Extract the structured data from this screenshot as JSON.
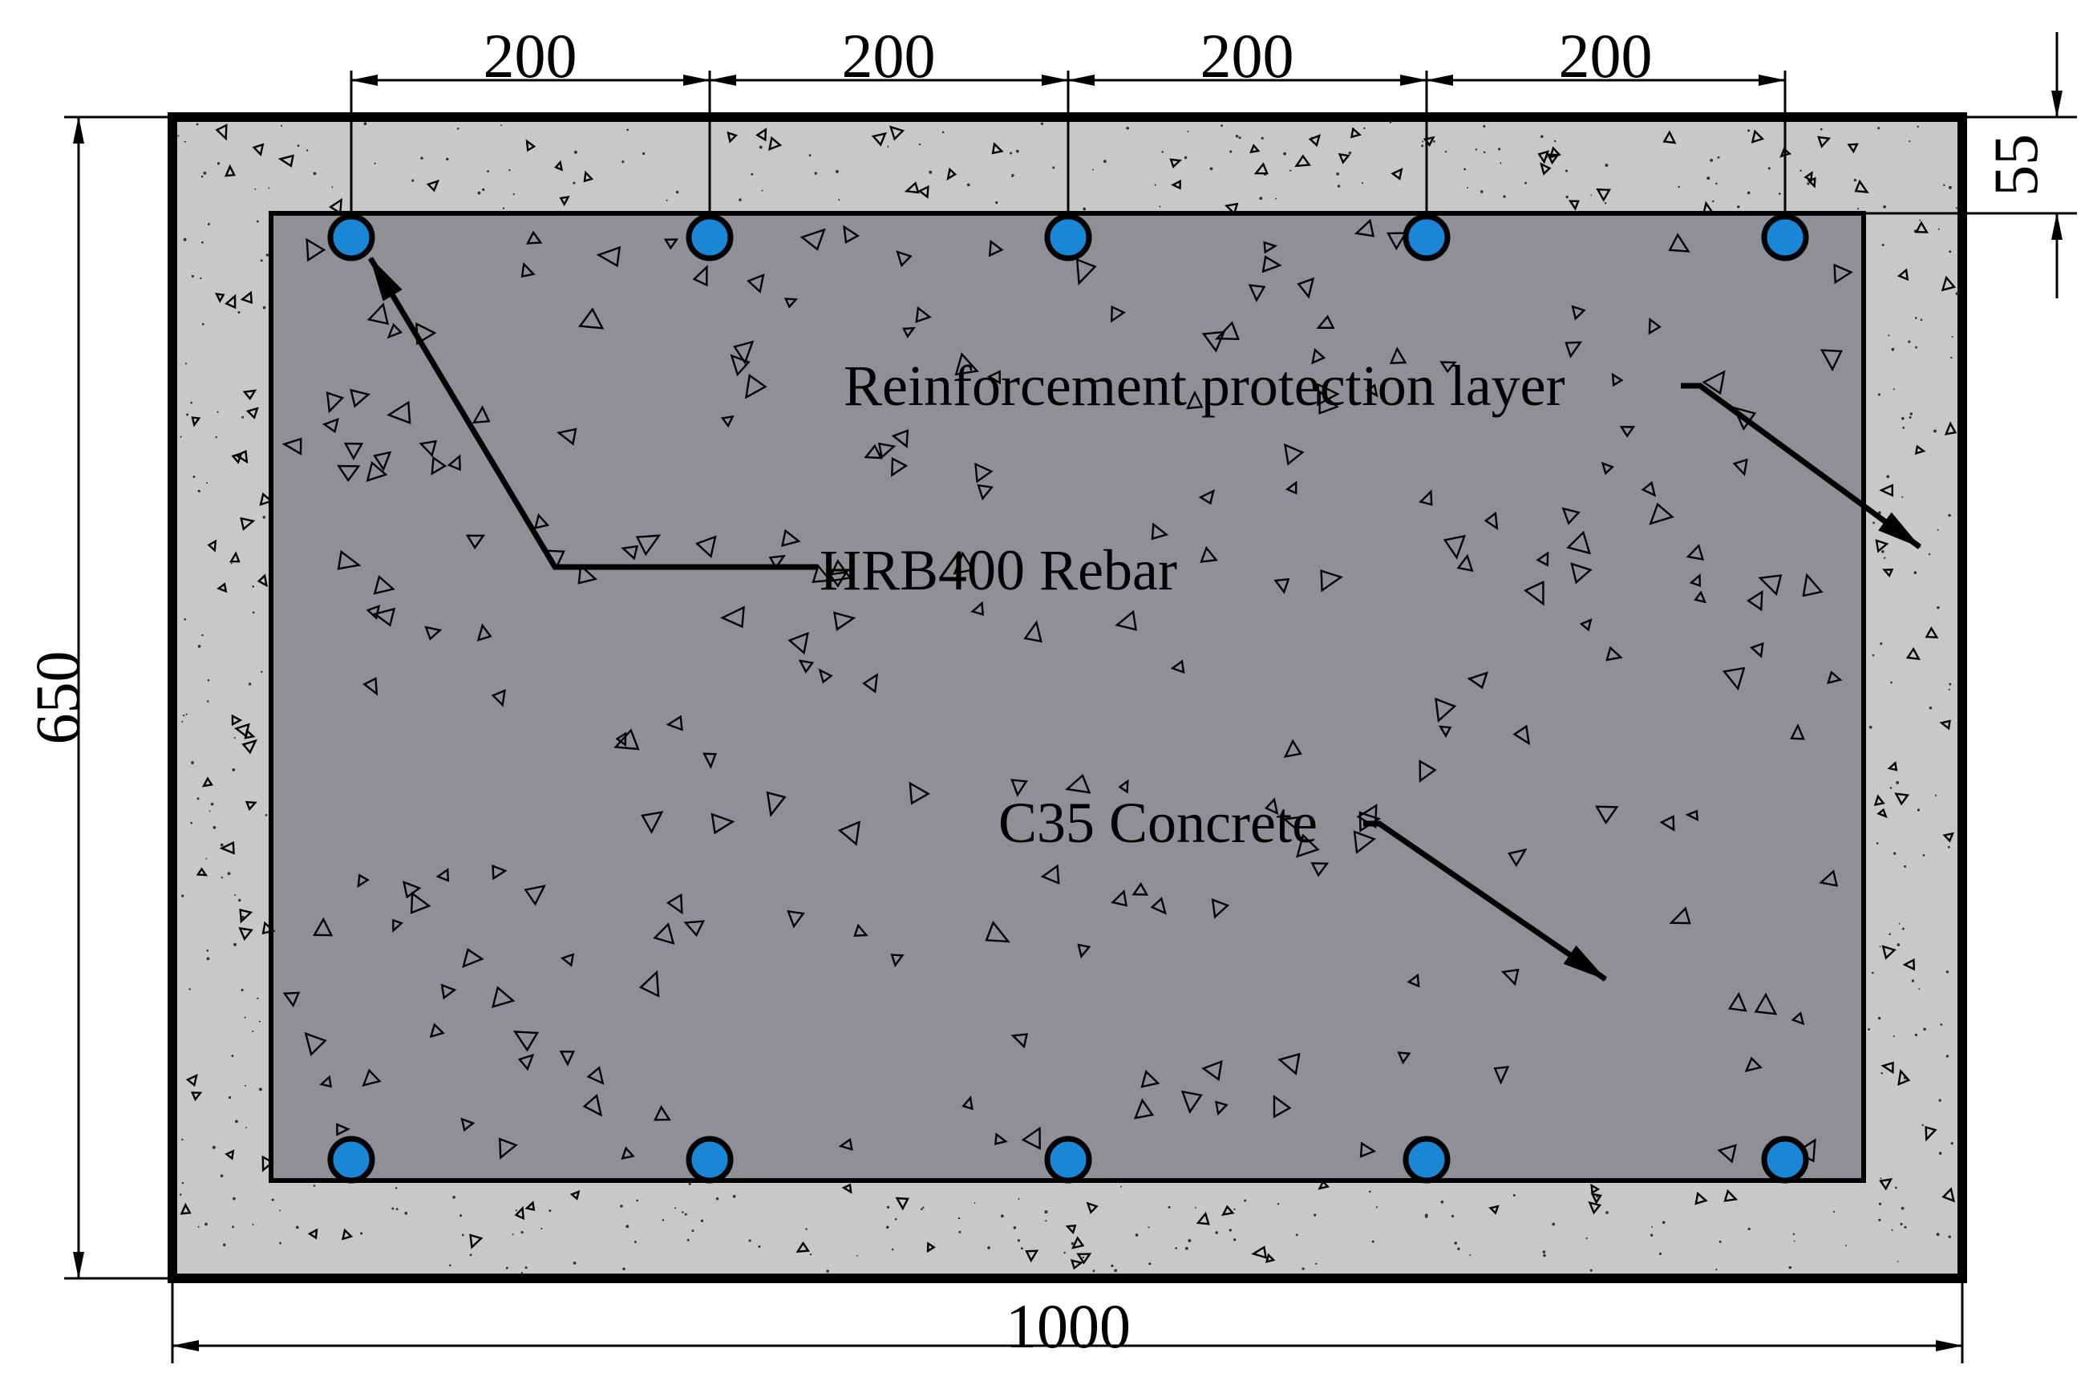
{
  "dimensions": {
    "spacing_labels": [
      "200",
      "200",
      "200",
      "200"
    ],
    "cover_label": "55",
    "height_label": "650",
    "width_label": "1000"
  },
  "labels": {
    "rebar": "HRB400 Rebar",
    "cover_layer": "Reinforcement protection layer",
    "concrete": "C35 Concrete"
  },
  "rebar_layout": {
    "top_row_count": 5,
    "bottom_row_count": 5
  },
  "colors": {
    "cover_fill": "#c8c8c8",
    "core_fill": "#8f9095",
    "rebar_fill": "#1a86d6",
    "outline": "#000000"
  }
}
